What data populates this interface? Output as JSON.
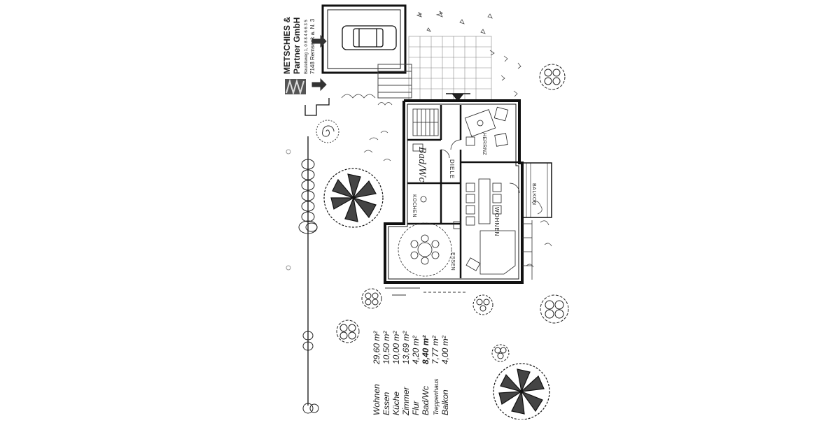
{
  "company": {
    "name_line1": "METSCHIES &",
    "name_line2": "Partner GmbH",
    "address": "Beutelsweg 1, 0 8 8 4 6 6 3 5",
    "city": "7148 Remseck a. N. 3"
  },
  "rooms": {
    "herrnz": "HERRNZ",
    "diele": "DIELE",
    "bad": "Bad/Wc",
    "kochen": "KOCHEN",
    "wohnen": "WOHNEN",
    "essen": "ESSEN",
    "balkon": "BALKON"
  },
  "areas": [
    {
      "room": "Wohnen",
      "value": "29,60 m²"
    },
    {
      "room": "Essen",
      "value": "10,50 m²"
    },
    {
      "room": "Küche",
      "value": "10,00 m²"
    },
    {
      "room": "Zimmer",
      "value": "13,69 m²"
    },
    {
      "room": "Flur",
      "value": "4,20 m²"
    },
    {
      "room": "Bad/Wc",
      "value": "8,40 m²"
    },
    {
      "room": "Treppenhaus",
      "value": "7,77 m²"
    },
    {
      "room": "Balkon",
      "value": "4,00 m²"
    }
  ]
}
